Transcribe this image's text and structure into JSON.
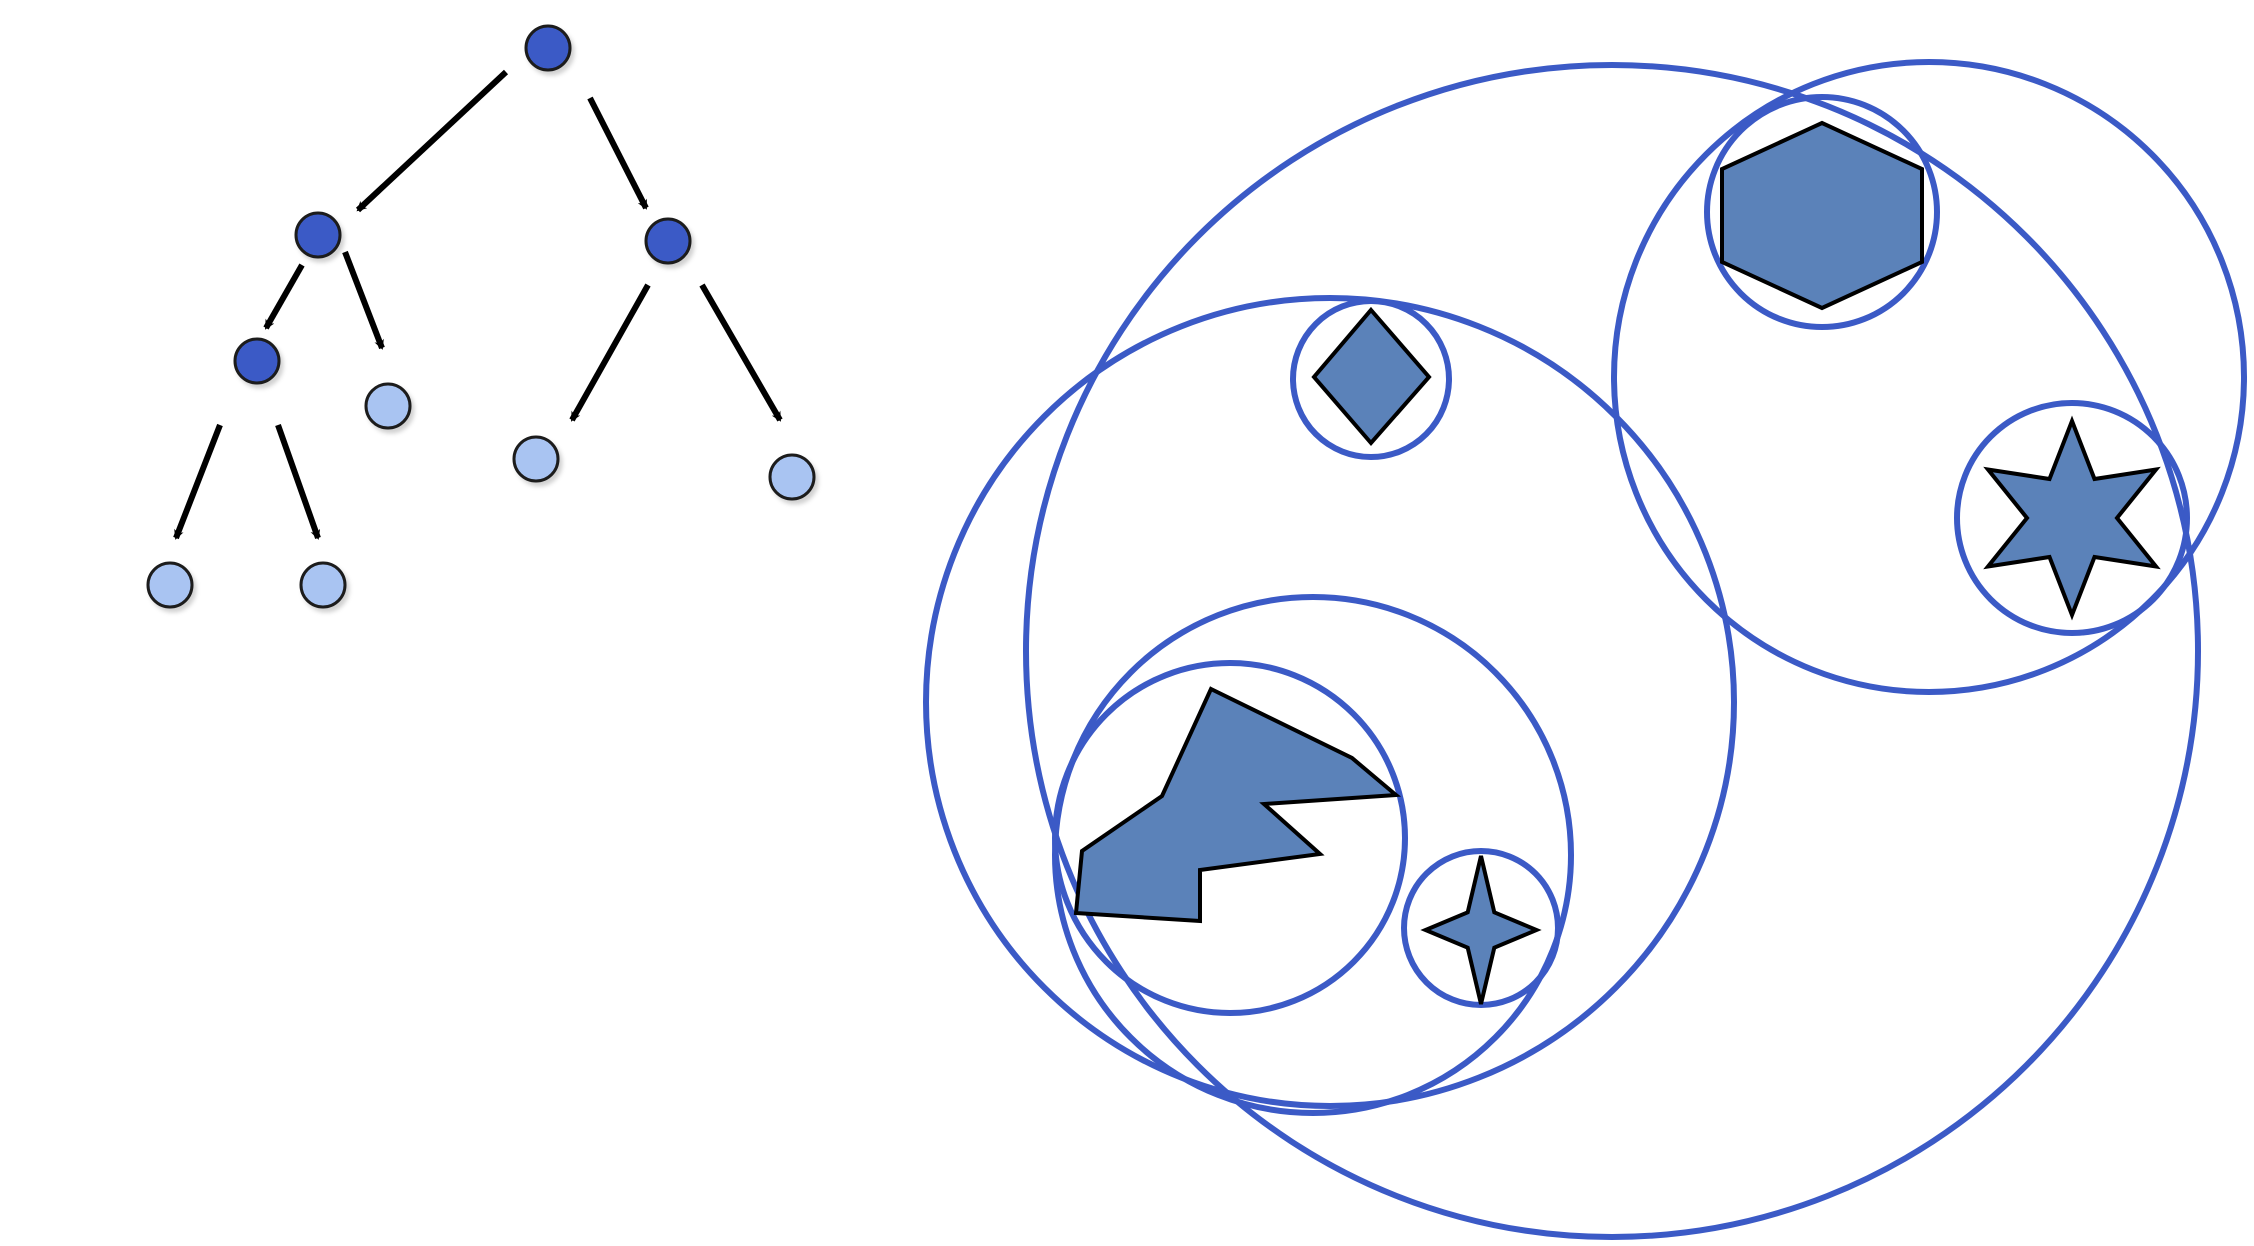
{
  "colors": {
    "internal_node": "#3b5ac6",
    "leaf_node": "#a9c4f2",
    "bounding_circle": "#3b5ac6",
    "shape_fill": "#5b82b9",
    "edge": "#000000",
    "outline": "#000000"
  },
  "tree": {
    "nodes": [
      {
        "id": "root",
        "kind": "internal"
      },
      {
        "id": "left",
        "kind": "internal"
      },
      {
        "id": "right",
        "kind": "internal"
      },
      {
        "id": "left-left",
        "kind": "internal"
      },
      {
        "id": "left-right",
        "kind": "leaf"
      },
      {
        "id": "right-left",
        "kind": "leaf"
      },
      {
        "id": "right-right",
        "kind": "leaf"
      },
      {
        "id": "left-left-left",
        "kind": "leaf"
      },
      {
        "id": "left-left-right",
        "kind": "leaf"
      }
    ],
    "edges": [
      {
        "from": "root",
        "to": "left"
      },
      {
        "from": "root",
        "to": "right"
      },
      {
        "from": "left",
        "to": "left-left"
      },
      {
        "from": "left",
        "to": "left-right"
      },
      {
        "from": "right",
        "to": "right-left"
      },
      {
        "from": "right",
        "to": "right-right"
      },
      {
        "from": "left-left",
        "to": "left-left-left"
      },
      {
        "from": "left-left",
        "to": "left-left-right"
      }
    ]
  },
  "hierarchy": {
    "bounding_circles": [
      {
        "id": "root-bound"
      },
      {
        "id": "left-bound"
      },
      {
        "id": "right-bound"
      },
      {
        "id": "left-left-bound"
      },
      {
        "id": "diamond-bound"
      },
      {
        "id": "polygon-bound"
      },
      {
        "id": "star4-bound"
      },
      {
        "id": "hexagon-bound"
      },
      {
        "id": "star6-bound"
      }
    ],
    "shapes": [
      {
        "id": "diamond",
        "kind": "diamond"
      },
      {
        "id": "polygon",
        "kind": "irregular-polygon"
      },
      {
        "id": "star4",
        "kind": "four-point-star"
      },
      {
        "id": "hexagon",
        "kind": "hexagon"
      },
      {
        "id": "star6",
        "kind": "six-point-star"
      }
    ]
  }
}
